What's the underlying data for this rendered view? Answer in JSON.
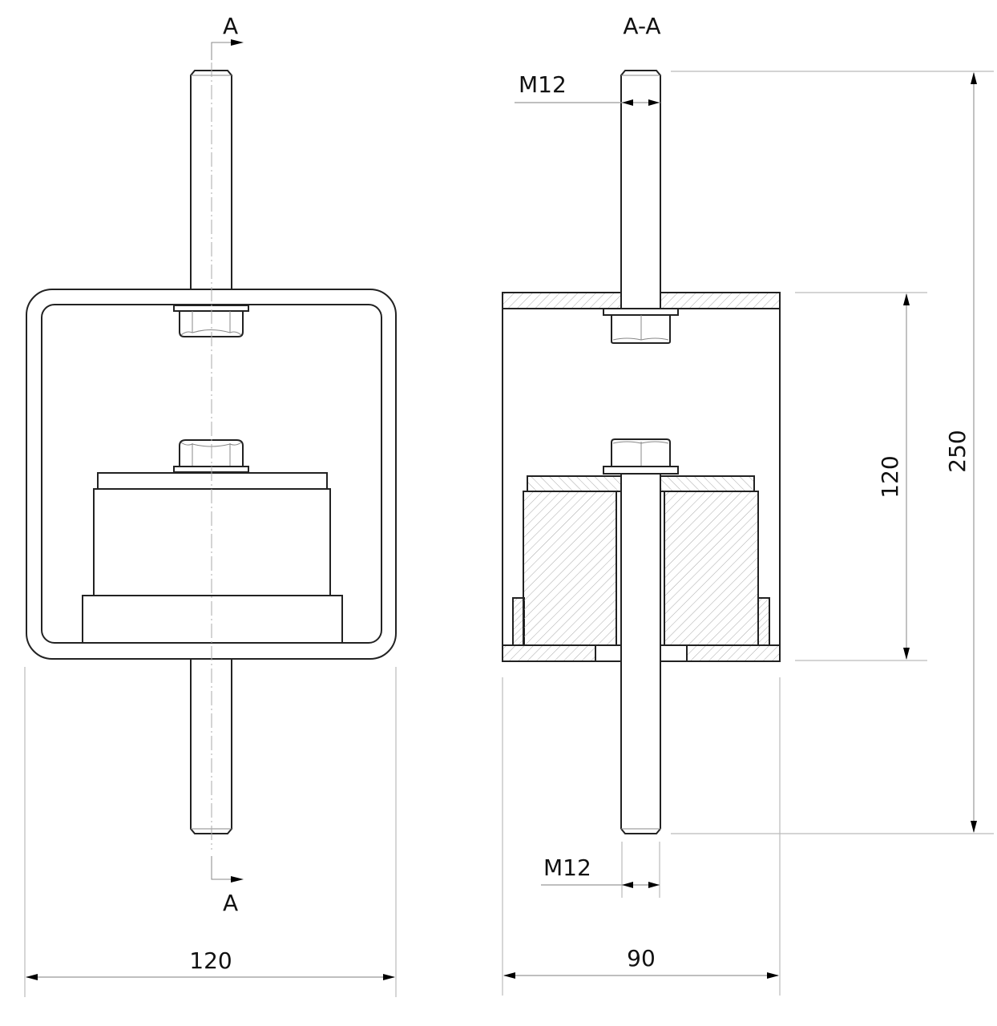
{
  "drawing": {
    "section_marker": {
      "top_label": "A",
      "bottom_label": "A"
    },
    "section_view_title": "A-A",
    "front_view": {
      "width_dimension": "120"
    },
    "section_view": {
      "thread_top": "M12",
      "thread_bottom": "M12",
      "width_dimension": "90",
      "housing_height_dimension": "120",
      "overall_height_dimension": "250"
    },
    "colors": {
      "line": "#222222",
      "dimension": "#999999",
      "hatch": "#aaaaaa",
      "background": "#ffffff"
    }
  }
}
